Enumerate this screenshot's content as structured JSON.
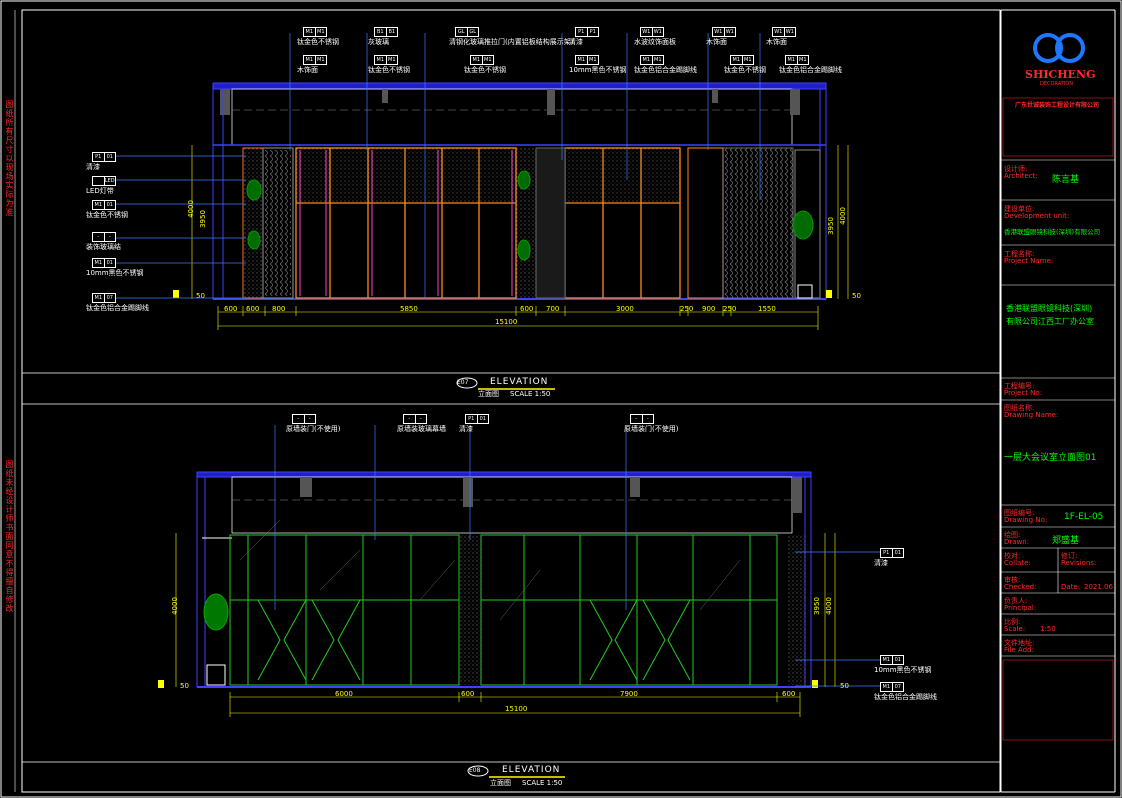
{
  "elev1": {
    "labels_top": [
      {
        "tag": [
          "M1",
          "M1"
        ],
        "text": "钛金色不锈钢"
      },
      {
        "tag": [
          "M1",
          "M1"
        ],
        "text": "木饰面"
      },
      {
        "tag": [
          "B1",
          "B1"
        ],
        "text": "灰玻璃"
      },
      {
        "tag": [
          "M1",
          "M1"
        ],
        "text": "钛金色不锈钢"
      },
      {
        "tag": [
          "GL",
          "GL"
        ],
        "text": "清钢化玻璃推拉门(内置铝板结构展示架)"
      },
      {
        "tag": [
          "M1",
          "M1"
        ],
        "text": "钛金色不锈钢"
      },
      {
        "tag": [
          "P1",
          "P1"
        ],
        "text": "清漆"
      },
      {
        "tag": [
          "M1",
          "M1"
        ],
        "text": "10mm黑色不锈钢"
      },
      {
        "tag": [
          "W1",
          "W1"
        ],
        "text": "水波纹饰面板"
      },
      {
        "tag": [
          "M1",
          "M1"
        ],
        "text": "钛金色铝合金踢脚线"
      },
      {
        "tag": [
          "W1",
          "W1"
        ],
        "text": "木饰面"
      },
      {
        "tag": [
          "M1",
          "M1"
        ],
        "text": "钛金色不锈钢"
      },
      {
        "tag": [
          "W1",
          "W1"
        ],
        "text": "木饰面"
      },
      {
        "tag": [
          "M1",
          "M1"
        ],
        "text": "钛金色铝合金踢脚线"
      }
    ],
    "labels_left": [
      {
        "tag": [
          "P1",
          "01"
        ],
        "text": "清漆"
      },
      {
        "tag": [
          "",
          "LED"
        ],
        "text": "LED灯带"
      },
      {
        "tag": [
          "M1",
          "01"
        ],
        "text": "钛金色不锈钢"
      },
      {
        "tag": [
          "-",
          "-"
        ],
        "text": "装饰玻璃结"
      },
      {
        "tag": [
          "M1",
          "01"
        ],
        "text": "10mm黑色不锈钢"
      },
      {
        "tag": [
          "M1",
          "07"
        ],
        "text": "钛金色铝合金踢脚线"
      }
    ],
    "dims_bottom": [
      "600",
      "600",
      "800",
      "5850",
      "600",
      "700",
      "3000",
      "250",
      "900",
      "250",
      "1550"
    ],
    "total": "15100",
    "heights": [
      "4000",
      "3950",
      "50"
    ],
    "title": "ELEVATION",
    "badge": "E07",
    "subtitle": "立面图",
    "scale": "SCALE 1:50"
  },
  "elev2": {
    "labels_top": [
      {
        "tag": [
          "-",
          "-"
        ],
        "text": "原墙装门(不使用)"
      },
      {
        "tag": [
          "-",
          "-"
        ],
        "text": "原墙装玻璃幕墙"
      },
      {
        "tag": [
          "P1",
          "01"
        ],
        "text": "清漆"
      },
      {
        "tag": [
          "-",
          "-"
        ],
        "text": "原墙装门(不使用)"
      }
    ],
    "labels_right": [
      {
        "tag": [
          "P1",
          "01"
        ],
        "text": "清漆"
      },
      {
        "tag": [
          "M1",
          "01"
        ],
        "text": "10mm黑色不锈钢"
      },
      {
        "tag": [
          "M1",
          "07"
        ],
        "text": "钛金色铝合金踢脚线"
      }
    ],
    "dims_bottom": [
      "6000",
      "600",
      "7900",
      "600"
    ],
    "total": "15100",
    "heights": [
      "4000",
      "3950",
      "50"
    ],
    "title": "ELEVATION",
    "badge": "E08",
    "subtitle": "立面图",
    "scale": "SCALE 1:50"
  },
  "left_strip": {
    "top": "图纸所有尺寸以现场实际为准",
    "bottom": "图纸未经设计师书面同意不得擅自修改"
  },
  "title_block": {
    "brand": "SHICHENG",
    "brand_sub": "DECORATION",
    "company": "广东世诚装饰工程设计有限公司",
    "designer_label": "设计师:",
    "designer_label_en": "Architect:",
    "designer": "陈言基",
    "dev_label": "建设单位:",
    "dev_label_en": "Development unit:",
    "dev": "香港联盟眼镜科技(深圳)有限公司",
    "project_label": "工程名称:",
    "project_label_en": "Project Name:",
    "project_line1": "香港联盟眼镜科技(深圳)",
    "project_line2": "有限公司江西工厂办公室",
    "proj_no_label": "工程编号:",
    "proj_no_label_en": "Project No:",
    "drawing_name_label": "图纸名称:",
    "drawing_name_label_en": "Drawing Name:",
    "drawing_name": "一层大会议室立面图01",
    "drawing_no_label": "图纸编号:",
    "drawing_no_label_en": "Drawing No:",
    "drawing_no": "1F-EL-05",
    "drawn_label": "绘图:",
    "drawn_label_en": "Drawn:",
    "drawn": "郑盛基",
    "collate_label": "校对:",
    "collate_label_en": "Collate:",
    "revisions_label": "修订:",
    "revisions_label_en": "Revisions:",
    "checked_label": "审核:",
    "checked_label_en": "Checked:",
    "date_label": "Date:",
    "date": "2021.06",
    "principal_label": "负责人:",
    "principal_label_en": "Principal:",
    "scale_label": "比例:",
    "scale_label_en": "Scale:",
    "scale": "1:50",
    "file_label": "文件地址:",
    "file_label_en": "File Add:"
  }
}
